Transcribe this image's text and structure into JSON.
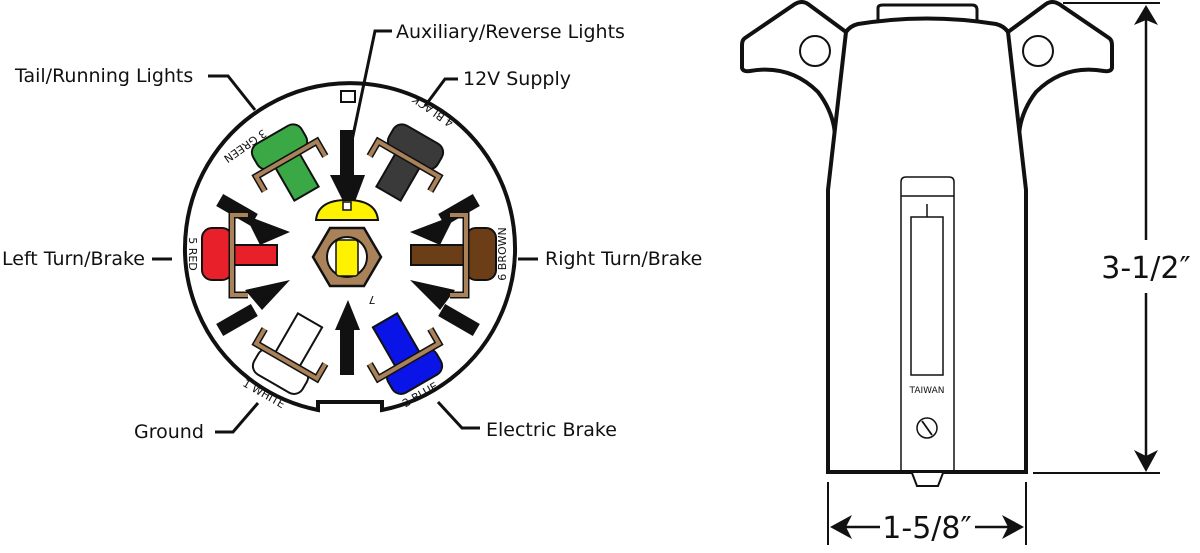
{
  "connector_face": {
    "callouts": {
      "tail_running": "Tail/Running Lights",
      "aux_reverse": "Auxiliary/Reverse Lights",
      "supply_12v": "12V Supply",
      "left_turn": "Left Turn/Brake",
      "right_turn": "Right Turn/Brake",
      "ground": "Ground",
      "electric_brake": "Electric Brake"
    },
    "pins": [
      {
        "id": "1",
        "label": "1 WHITE",
        "color": "#ffffff"
      },
      {
        "id": "2",
        "label": "2 BLUE",
        "color": "#0a14e6"
      },
      {
        "id": "3",
        "label": "3 GREEN",
        "color": "#3aa845"
      },
      {
        "id": "4",
        "label": "4 BLACK",
        "color": "#3a3a3a"
      },
      {
        "id": "5",
        "label": "5 RED",
        "color": "#e8202a"
      },
      {
        "id": "6",
        "label": "6 BROWN",
        "color": "#6b3e17"
      },
      {
        "id": "7",
        "label": "7",
        "color": "#fff200"
      }
    ],
    "terminal_color": "#a9825a"
  },
  "side_view": {
    "marking": "TAIWAN",
    "height_dimension": "3-1/2″",
    "width_dimension": "1-5/8″"
  }
}
